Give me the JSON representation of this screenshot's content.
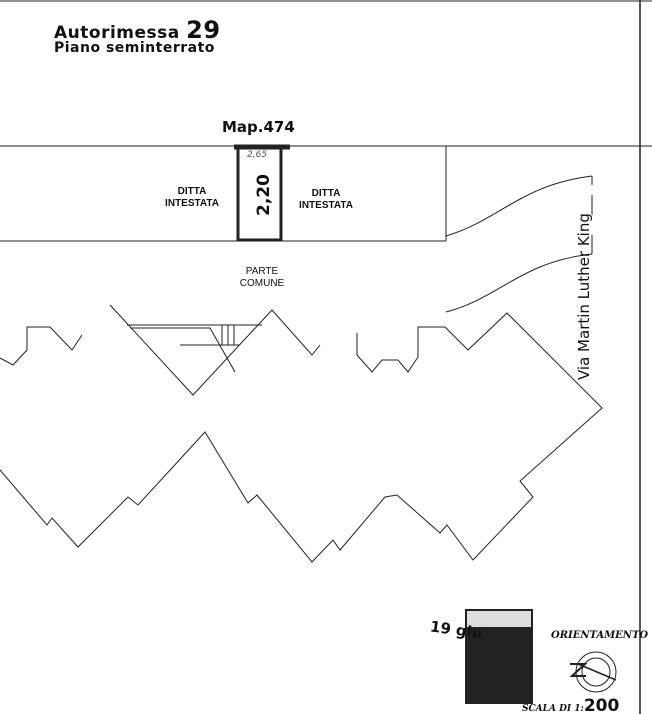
{
  "header": {
    "title": "Autorimessa",
    "number": "29",
    "subtitle": "Piano seminterrato"
  },
  "plan": {
    "parcel": "Map.474",
    "left_owner": [
      "DITTA",
      "INTESTATA"
    ],
    "right_owner": [
      "DITTA",
      "INTESTATA"
    ],
    "common": [
      "PARTE",
      "COMUNE"
    ],
    "height": "2,20",
    "width_note": "2,65",
    "street": "Via Martin Luther King"
  },
  "footer": {
    "date": "19 giu",
    "orientation": "ORIENTAMENTO",
    "scale_prefix": "SCALA DI 1:",
    "scale_value": "200"
  }
}
